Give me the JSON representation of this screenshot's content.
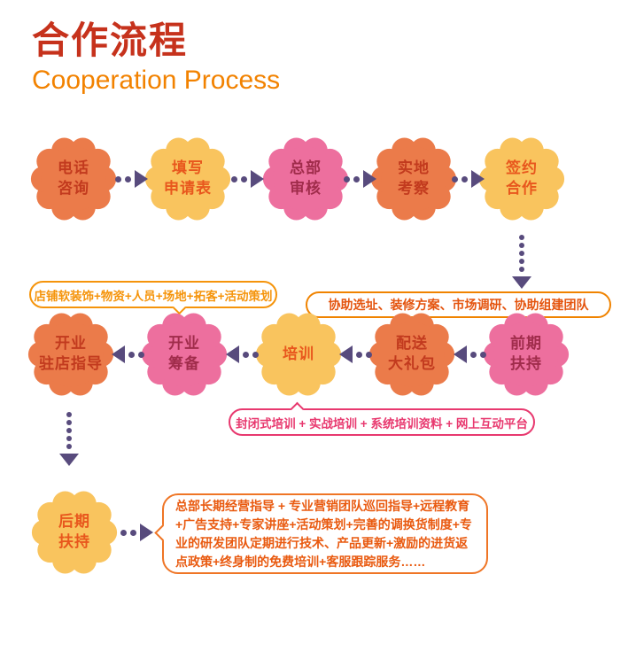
{
  "header": {
    "title": "合作流程",
    "subtitle": "Cooperation Process"
  },
  "colors": {
    "title-red": "#c6321c",
    "accent-orange": "#f28200",
    "flower-orange": "#eb7b4a",
    "flower-yellow": "#f9c45e",
    "flower-pink": "#ed6f9e",
    "text-on-orange": "#c23a1e",
    "text-on-yellow": "#e8571d",
    "text-on-pink": "#a02c4b",
    "arrow-purple": "#584b7d",
    "callout-yellow-orange": "#f5940b",
    "callout-orange-border": "#f08300",
    "callout-red-orange": "#e4540e",
    "callout-pink": "#e8396f",
    "bubble-border": "#ef7525",
    "bubble-text": "#e95a10"
  },
  "nodes": {
    "phone": {
      "label": "电话\n咨询"
    },
    "form": {
      "label": "填写\n申请表"
    },
    "review": {
      "label": "总部\n审核"
    },
    "visit": {
      "label": "实地\n考察"
    },
    "sign": {
      "label": "签约\n合作"
    },
    "early_support": {
      "label": "前期\n扶持"
    },
    "gift": {
      "label": "配送\n大礼包"
    },
    "training": {
      "label": "培训"
    },
    "prep": {
      "label": "开业\n筹备"
    },
    "opening_guide": {
      "label": "开业\n驻店指导"
    },
    "late_support": {
      "label": "后期\n扶持"
    }
  },
  "callouts": {
    "prep_note": "店铺软装饰+物资+人员+场地+拓客+活动策划",
    "early_support_note": "协助选址、装修方案、市场调研、协助组建团队",
    "training_note": "封闭式培训 + 实战培训 + 系统培训资料 + 网上互动平台",
    "late_support_note": "总部长期经营指导 + 专业营销团队巡回指导+远程教育+广告支持+专家讲座+活动策划+完善的调换货制度+专业的研发团队定期进行技术、产品更新+激励的进货返点政策+终身制的免费培训+客服跟踪服务……"
  }
}
